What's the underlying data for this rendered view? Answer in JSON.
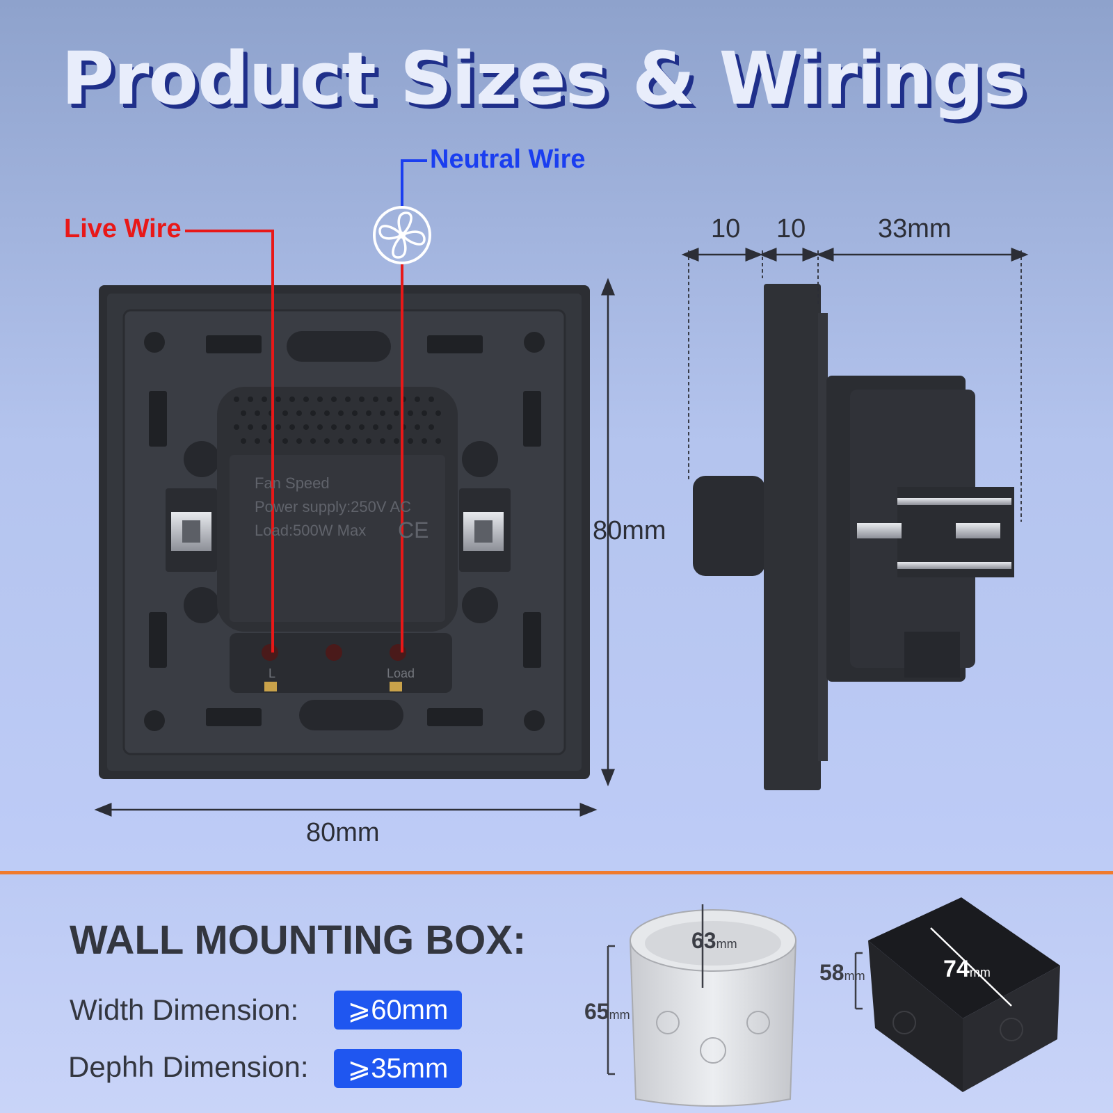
{
  "title": "Product Sizes & Wirings",
  "wiring": {
    "neutral_label": "Neutral Wire",
    "live_label": "Live Wire",
    "colors": {
      "neutral": "#1a3ef0",
      "live": "#e81818"
    },
    "fan_icon": "fan-icon"
  },
  "product_label": {
    "line1": "Fan Speed",
    "line2": "Power supply:250V AC",
    "line3": "Load:500W Max",
    "ce_mark": "CE",
    "terminal_l": "L",
    "terminal_load": "Load"
  },
  "dimensions": {
    "width": "80mm",
    "height": "80mm",
    "depth_segment_1": "10",
    "depth_segment_2": "10",
    "depth_segment_3": "33mm"
  },
  "wall_mounting": {
    "heading": "WALL MOUNTING BOX:",
    "width_label": "Width Dimension:",
    "width_value": "⩾60mm",
    "depth_label": "Dephh Dimension:",
    "depth_value": "⩾35mm",
    "round_box": {
      "diameter": "63",
      "height": "65",
      "unit": "mm"
    },
    "square_box": {
      "width": "74",
      "height": "58",
      "unit": "mm"
    }
  },
  "accent_colors": {
    "divider": "#f07b2e",
    "badge": "#1f56f0"
  }
}
